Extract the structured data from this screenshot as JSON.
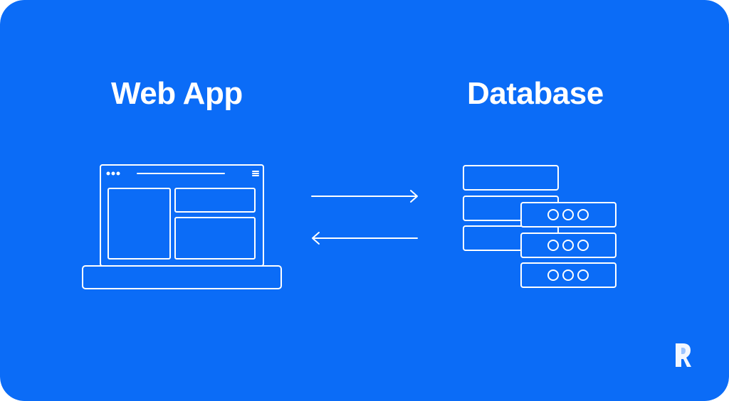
{
  "colors": {
    "background": "#0b6cf7",
    "foreground": "#ffffff"
  },
  "diagram": {
    "left_label": "Web App",
    "right_label": "Database",
    "left_icon": "laptop-browser-icon",
    "right_icon": "database-servers-icon",
    "connections": [
      {
        "direction": "to-right",
        "icon": "arrow-right-icon"
      },
      {
        "direction": "to-left",
        "icon": "arrow-left-icon"
      }
    ]
  },
  "brand": {
    "logo": "r-logo-icon"
  }
}
